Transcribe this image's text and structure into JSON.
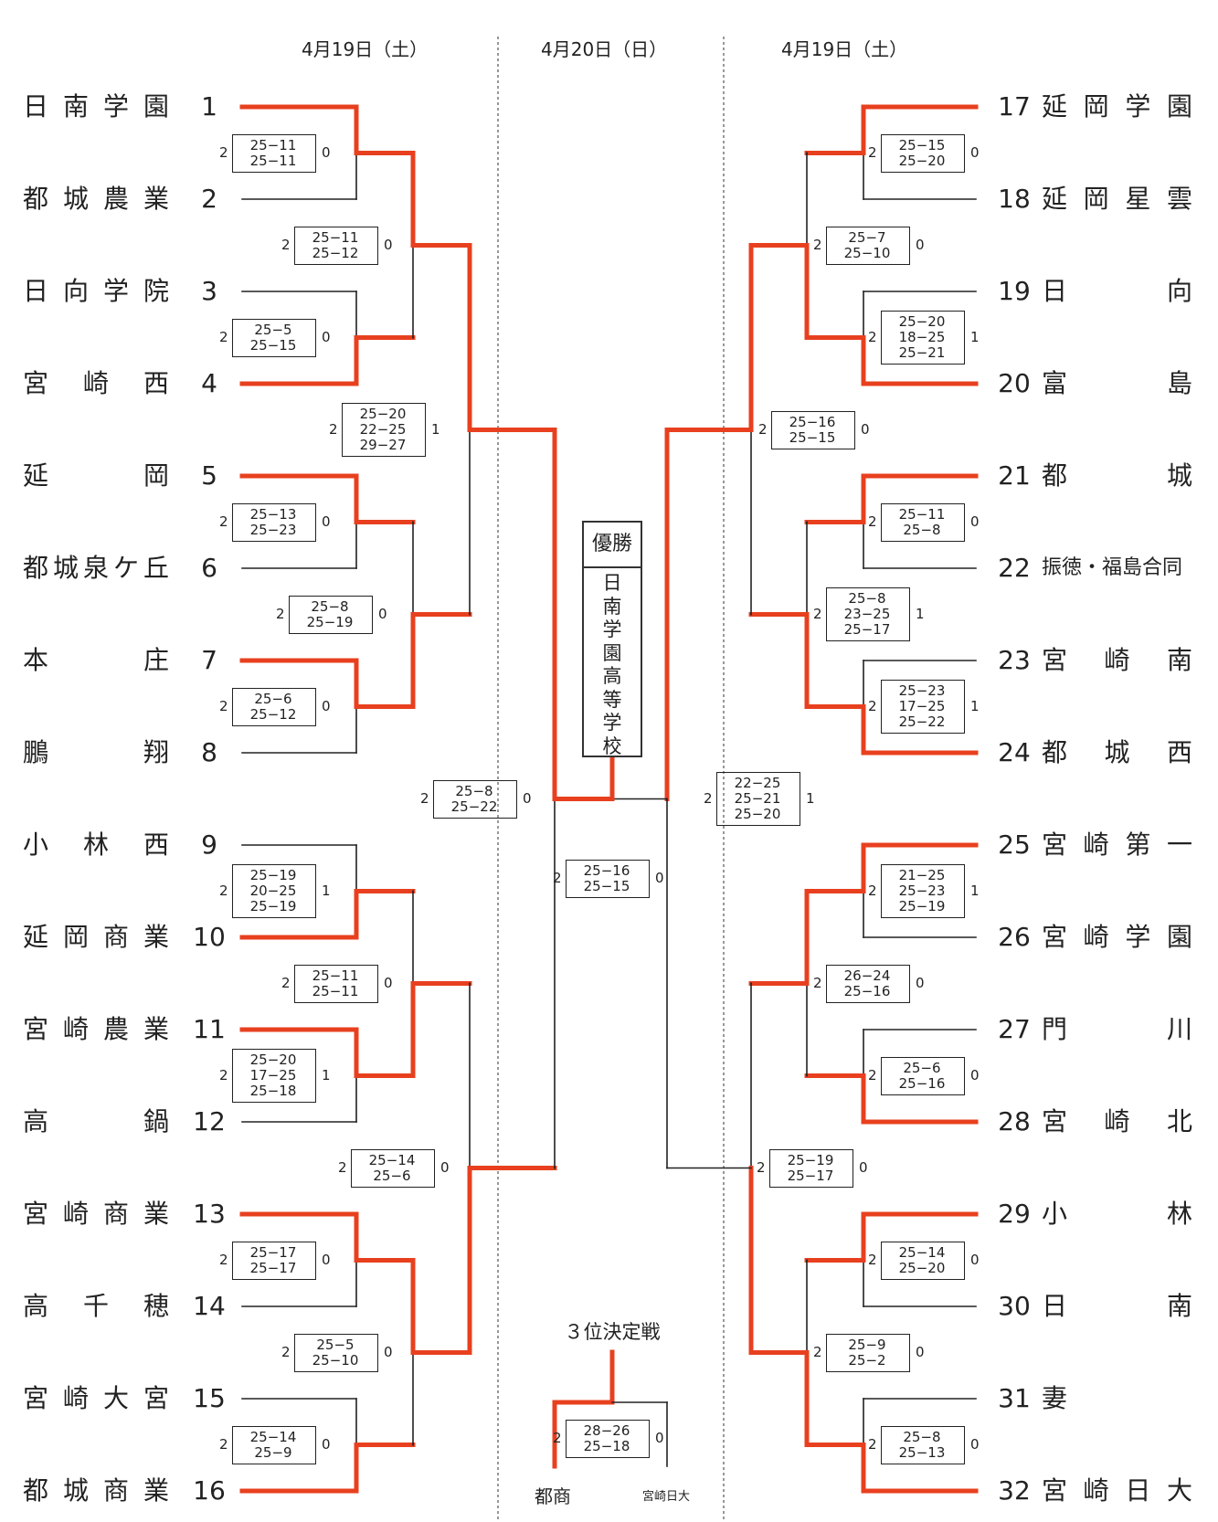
{
  "dates": {
    "left": "4月19日（土）",
    "center": "4月20日（日）",
    "right": "4月19日（土）"
  },
  "teams_left": [
    {
      "no": "1",
      "name": "日南学園"
    },
    {
      "no": "2",
      "name": "都城農業"
    },
    {
      "no": "3",
      "name": "日向学院"
    },
    {
      "no": "4",
      "name": "宮崎西"
    },
    {
      "no": "5",
      "name": "延岡"
    },
    {
      "no": "6",
      "name": "都城泉ケ丘"
    },
    {
      "no": "7",
      "name": "本庄"
    },
    {
      "no": "8",
      "name": "鵬翔"
    },
    {
      "no": "9",
      "name": "小林西"
    },
    {
      "no": "10",
      "name": "延岡商業"
    },
    {
      "no": "11",
      "name": "宮崎農業"
    },
    {
      "no": "12",
      "name": "高鍋"
    },
    {
      "no": "13",
      "name": "宮崎商業"
    },
    {
      "no": "14",
      "name": "高千穂"
    },
    {
      "no": "15",
      "name": "宮崎大宮"
    },
    {
      "no": "16",
      "name": "都城商業"
    }
  ],
  "teams_right": [
    {
      "no": "17",
      "name": "延岡学園"
    },
    {
      "no": "18",
      "name": "延岡星雲"
    },
    {
      "no": "19",
      "name": "日向"
    },
    {
      "no": "20",
      "name": "富島"
    },
    {
      "no": "21",
      "name": "都城"
    },
    {
      "no": "22",
      "name": "振徳・福島合同"
    },
    {
      "no": "23",
      "name": "宮崎南"
    },
    {
      "no": "24",
      "name": "都城西"
    },
    {
      "no": "25",
      "name": "宮崎第一"
    },
    {
      "no": "26",
      "name": "宮崎学園"
    },
    {
      "no": "27",
      "name": "門川"
    },
    {
      "no": "28",
      "name": "宮崎北"
    },
    {
      "no": "29",
      "name": "小林"
    },
    {
      "no": "30",
      "name": "日南"
    },
    {
      "no": "31",
      "name": "妻"
    },
    {
      "no": "32",
      "name": "宮崎日大"
    }
  ],
  "scores": [
    {
      "left": "2",
      "right": "0",
      "sets": [
        "25−11",
        "25−11"
      ]
    },
    {
      "left": "2",
      "right": "0",
      "sets": [
        "25−5",
        "25−15"
      ]
    },
    {
      "left": "2",
      "right": "0",
      "sets": [
        "25−13",
        "25−23"
      ]
    },
    {
      "left": "2",
      "right": "0",
      "sets": [
        "25−6",
        "25−12"
      ]
    },
    {
      "left": "2",
      "right": "1",
      "sets": [
        "25−19",
        "20−25",
        "25−19"
      ]
    },
    {
      "left": "2",
      "right": "1",
      "sets": [
        "25−20",
        "17−25",
        "25−18"
      ]
    },
    {
      "left": "2",
      "right": "0",
      "sets": [
        "25−17",
        "25−17"
      ]
    },
    {
      "left": "2",
      "right": "0",
      "sets": [
        "25−14",
        "25−9"
      ]
    },
    {
      "left": "2",
      "right": "0",
      "sets": [
        "25−11",
        "25−12"
      ]
    },
    {
      "left": "2",
      "right": "0",
      "sets": [
        "25−8",
        "25−19"
      ]
    },
    {
      "left": "2",
      "right": "0",
      "sets": [
        "25−11",
        "25−11"
      ]
    },
    {
      "left": "2",
      "right": "0",
      "sets": [
        "25−5",
        "25−10"
      ]
    },
    {
      "left": "2",
      "right": "1",
      "sets": [
        "25−20",
        "22−25",
        "29−27"
      ]
    },
    {
      "left": "2",
      "right": "0",
      "sets": [
        "25−14",
        "25−6"
      ]
    },
    {
      "left": "2",
      "right": "0",
      "sets": [
        "25−8",
        "25−22"
      ]
    },
    {
      "left": "2",
      "right": "0",
      "sets": [
        "25−15",
        "25−20"
      ]
    },
    {
      "left": "2",
      "right": "1",
      "sets": [
        "25−20",
        "18−25",
        "25−21"
      ]
    },
    {
      "left": "2",
      "right": "0",
      "sets": [
        "25−11",
        "25−8"
      ]
    },
    {
      "left": "2",
      "right": "1",
      "sets": [
        "25−23",
        "17−25",
        "25−22"
      ]
    },
    {
      "left": "2",
      "right": "1",
      "sets": [
        "21−25",
        "25−23",
        "25−19"
      ]
    },
    {
      "left": "2",
      "right": "0",
      "sets": [
        "25−6",
        "25−16"
      ]
    },
    {
      "left": "2",
      "right": "0",
      "sets": [
        "25−14",
        "25−20"
      ]
    },
    {
      "left": "2",
      "right": "0",
      "sets": [
        "25−8",
        "25−13"
      ]
    },
    {
      "left": "2",
      "right": "0",
      "sets": [
        "25−7",
        "25−10"
      ]
    },
    {
      "left": "2",
      "right": "1",
      "sets": [
        "25−8",
        "23−25",
        "25−17"
      ]
    },
    {
      "left": "2",
      "right": "0",
      "sets": [
        "26−24",
        "25−16"
      ]
    },
    {
      "left": "2",
      "right": "0",
      "sets": [
        "25−9",
        "25−2"
      ]
    },
    {
      "left": "2",
      "right": "0",
      "sets": [
        "25−16",
        "25−15"
      ]
    },
    {
      "left": "2",
      "right": "0",
      "sets": [
        "25−19",
        "25−17"
      ]
    },
    {
      "left": "2",
      "right": "1",
      "sets": [
        "22−25",
        "25−21",
        "25−20"
      ]
    },
    {
      "left": "2",
      "right": "0",
      "sets": [
        "25−16",
        "25−15"
      ]
    },
    {
      "left": "2",
      "right": "0",
      "sets": [
        "28−26",
        "25−18"
      ]
    }
  ],
  "champion": {
    "label": "優勝",
    "name": "日南学園高等学校"
  },
  "third_place": {
    "title": "３位決定戦",
    "team_left": "都商",
    "team_right": "宮崎日大"
  },
  "colors": {
    "winner_line": "#e8401f",
    "loser_line": "#222222",
    "divider": "#555555"
  }
}
